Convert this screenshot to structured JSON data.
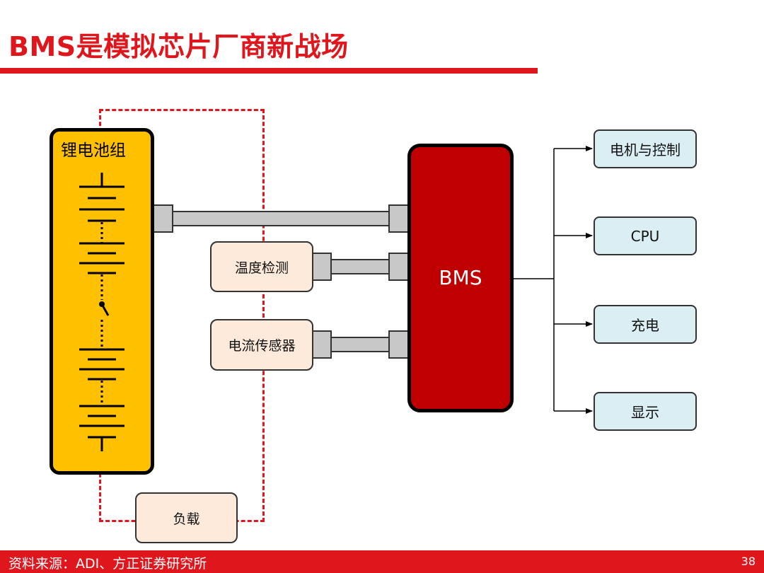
{
  "slide": {
    "title": "BMS是模拟芯片厂商新战场",
    "page_number": "38"
  },
  "diagram": {
    "battery_pack_label": "锂电池组",
    "bms_label": "BMS",
    "sensors": {
      "temperature": "温度检测",
      "current": "电流传感器",
      "load": "负载"
    },
    "outputs": [
      "电机与控制",
      "CPU",
      "充电",
      "显示"
    ]
  },
  "footer": {
    "source": "资料来源：ADI、方正证券研究所"
  },
  "colors": {
    "brand_red": "#e0161d",
    "battery_fill": "#ffc000",
    "bms_fill": "#c00000",
    "sensor_fill": "#fdeada",
    "output_fill": "#dbeef3",
    "connector_fill": "#c8c8c8"
  }
}
